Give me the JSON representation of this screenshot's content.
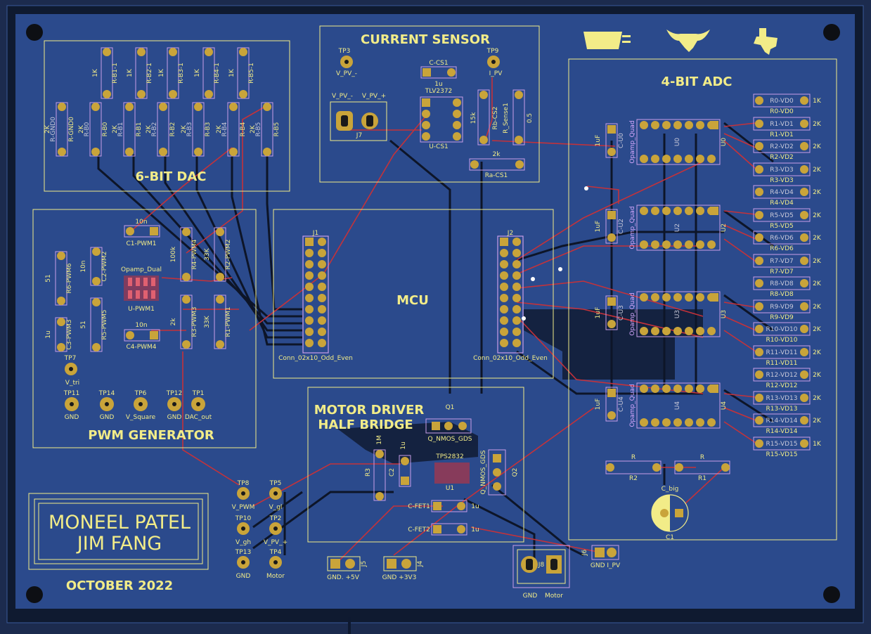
{
  "sections": {
    "current_sensor": "CURRENT SENSOR",
    "adc": "4-BIT ADC",
    "dac": "6-BIT DAC",
    "mcu": "MCU",
    "pwm": "PWM GENERATOR",
    "motor_line1": "MOTOR DRIVER",
    "motor_line2": "HALF BRIDGE"
  },
  "authors": {
    "line1": "MONEEL PATEL",
    "line2": "JIM FANG"
  },
  "date": "OCTOBER 2022",
  "connectors": {
    "j1_ref": "J1",
    "j2_ref": "J2",
    "j1_label": "Conn_02x10_Odd_Even",
    "j2_label": "Conn_02x10_Odd_Even"
  },
  "dac": {
    "top_resistors": [
      {
        "ref": "R-B1-1",
        "val": "1K"
      },
      {
        "ref": "R-B2-1",
        "val": "1K"
      },
      {
        "ref": "R-B3-1",
        "val": "1K"
      },
      {
        "ref": "R-B4-1",
        "val": "1K"
      },
      {
        "ref": "R-B5-1",
        "val": "1K"
      }
    ],
    "bottom_resistors": [
      {
        "ref": "R-GND0",
        "val": "2K"
      },
      {
        "ref": "R-B0",
        "val": "2K"
      },
      {
        "ref": "R-B1",
        "val": "2K"
      },
      {
        "ref": "R-B2",
        "val": "2K"
      },
      {
        "ref": "R-B3",
        "val": "2K"
      },
      {
        "ref": "R-B4",
        "val": "2K"
      },
      {
        "ref": "R-B5",
        "val": "2K"
      }
    ]
  },
  "current_sensor": {
    "tp3_ref": "TP3",
    "tp3_label": "V_PV_-",
    "tp9_ref": "TP9",
    "tp9_label": "I_PV",
    "ccs1_ref": "C-CS1",
    "ccs1_val": "1u",
    "ic_val": "TLV2372",
    "ic_ref": "U-CS1",
    "j7_pin1": "V_PV_-",
    "j7_pin2": "V_PV_+",
    "j7_ref": "J7",
    "r_cs2_ref": "Rb-CS2",
    "r_cs2_val": "15k",
    "r_sense_ref": "R_Sense1",
    "r_sense_val": "0.5",
    "ra_ref": "Ra-CS1",
    "ra_val": "2k"
  },
  "adc": {
    "resistors": [
      {
        "ref": "R0-VD0",
        "val": "1K"
      },
      {
        "ref": "R1-VD1",
        "val": "2K"
      },
      {
        "ref": "R2-VD2",
        "val": "2K"
      },
      {
        "ref": "R3-VD3",
        "val": "2K"
      },
      {
        "ref": "R4-VD4",
        "val": "2K"
      },
      {
        "ref": "R5-VD5",
        "val": "2K"
      },
      {
        "ref": "R6-VD6",
        "val": "2K"
      },
      {
        "ref": "R7-VD7",
        "val": "2K"
      },
      {
        "ref": "R8-VD8",
        "val": "2K"
      },
      {
        "ref": "R9-VD9",
        "val": "2K"
      },
      {
        "ref": "R10-VD10",
        "val": "2K"
      },
      {
        "ref": "R11-VD11",
        "val": "2K"
      },
      {
        "ref": "R12-VD12",
        "val": "2K"
      },
      {
        "ref": "R13-VD13",
        "val": "2K"
      },
      {
        "ref": "R14-VD14",
        "val": "2K"
      },
      {
        "ref": "R15-VD15",
        "val": "1K"
      }
    ],
    "opamps": [
      {
        "ref": "U0",
        "cap": "C-U0",
        "capval": "1uF",
        "val": "Opamp_Quad"
      },
      {
        "ref": "U2",
        "cap": "C-U2",
        "capval": "1uF",
        "val": "Opamp_Quad"
      },
      {
        "ref": "U3",
        "cap": "C-U3",
        "capval": "1uF",
        "val": "Opamp_Quad"
      },
      {
        "ref": "U4",
        "cap": "C-U4",
        "capval": "1uF",
        "val": "Opamp_Quad"
      }
    ],
    "r2_ref": "R2",
    "r2_val": "R",
    "r1_ref": "R1",
    "r1_val": "R",
    "cbig_ref": "C1",
    "cbig_val": "C_big"
  },
  "pwm": {
    "c1_ref": "C1-PWM1",
    "c1_val": "10n",
    "c4_ref": "C4-PWM4",
    "c4_val": "10n",
    "u_ref": "U-PWM1",
    "u_val": "Opamp_Dual",
    "r4_ref": "R4-PWM4",
    "r4_val": "100k",
    "r2_ref": "R2-PWM2",
    "r2_val": "33K",
    "r1_ref": "R1-PWM1",
    "r1_val": "33K",
    "r3_ref": "R3-PWM3",
    "r3_val": "2k",
    "r6_ref": "R6-PWM6",
    "r6_val": "51",
    "r5_ref": "R5-PWM5",
    "r5_val": "51",
    "c2_ref": "C2-PWM2",
    "c2_val": "10n",
    "c3_ref": "C3-PWM3",
    "c3_val": "1u",
    "tp7_ref": "TP7",
    "tp7_label": "V_tri",
    "test_points": [
      {
        "ref": "TP11",
        "label": "GND"
      },
      {
        "ref": "TP14",
        "label": "GND"
      },
      {
        "ref": "TP6",
        "label": "V_Square"
      },
      {
        "ref": "TP12",
        "label": "GND"
      },
      {
        "ref": "TP1",
        "label": "DAC_out"
      }
    ]
  },
  "motor": {
    "q1_ref": "Q1",
    "q1_val": "Q_NMOS_GDS",
    "q2_ref": "Q2",
    "q2_val": "Q_NMOS_GDS",
    "u_ref": "U1",
    "u_val": "TPS2832",
    "r3_ref": "R3",
    "r3_val": "1M",
    "c2_ref": "C2",
    "c2_val": "1u",
    "cfet1_ref": "C-FET1",
    "cfet1_val": "1u",
    "cfet2_ref": "C-FET2",
    "cfet2_val": "1u"
  },
  "bottom_tps": [
    {
      "ref": "TP8",
      "label": "V_PWM"
    },
    {
      "ref": "TP5",
      "label": "V_gl"
    },
    {
      "ref": "TP10",
      "label": "V_gh"
    },
    {
      "ref": "TP2",
      "label": "V_PV_+"
    },
    {
      "ref": "TP13",
      "label": "GND"
    },
    {
      "ref": "TP4",
      "label": "Motor"
    }
  ],
  "bottom_conns": {
    "j5_ref": "J5",
    "j5_label": "GND. +5V",
    "j4_ref": "J4",
    "j4_label": "GND +3V3",
    "j8_ref": "J8",
    "j8_pin1": "GND",
    "j8_pin2": "Motor",
    "j6_ref": "J6",
    "j6_label": "GND I_PV"
  },
  "colors": {
    "board": "#2b4a8c",
    "pour": "#22407c",
    "silk": "#f2ec88",
    "copper_trace": "#c4323a",
    "pad": "#c9a43a",
    "outline": "#c99ee8"
  },
  "icons": [
    "university-logo-icon",
    "longhorn-logo-icon",
    "texas-logo-icon"
  ]
}
